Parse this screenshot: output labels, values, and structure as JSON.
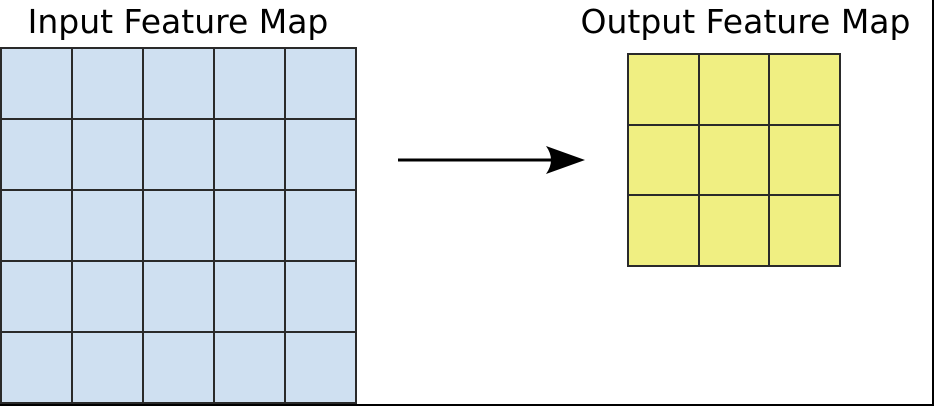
{
  "background_color": "#ffffff",
  "frame_color": "#000000",
  "input_map": {
    "title": "Input Feature Map",
    "rows": 5,
    "cols": 5,
    "cell_fill": "#cfe0f1",
    "line_color": "#2a2a2a"
  },
  "output_map": {
    "title": "Output Feature Map",
    "rows": 3,
    "cols": 3,
    "cell_fill": "#f0ef82",
    "line_color": "#2a2a2a"
  },
  "arrow": {
    "direction": "right",
    "color": "#000000"
  }
}
